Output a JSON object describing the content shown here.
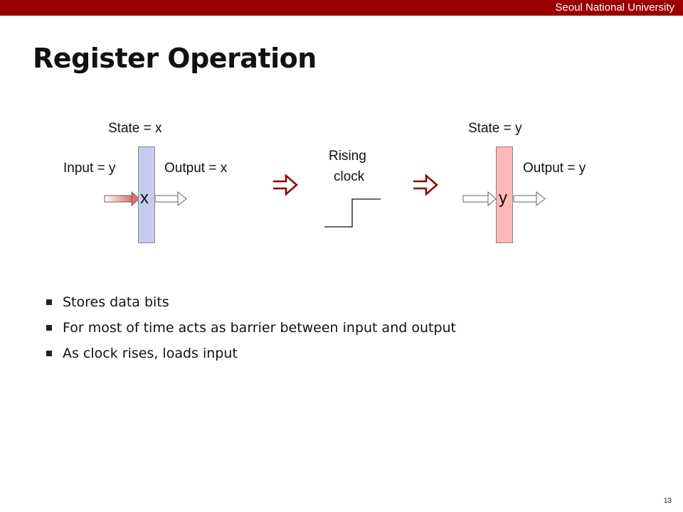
{
  "header": {
    "university": "Seoul National University",
    "bar_color": "#990000"
  },
  "slide": {
    "title": "Register Operation",
    "page_number": "13"
  },
  "diagram": {
    "before": {
      "state_label": "State = x",
      "input_label": "Input = y",
      "output_label": "Output = x",
      "register_value": "x",
      "register_color": "#c8cbef"
    },
    "clock": {
      "label_line1": "Rising",
      "label_line2": "clock"
    },
    "after": {
      "state_label": "State = y",
      "output_label": "Output = y",
      "register_value": "y",
      "register_color": "#ffb8b8"
    },
    "transition_arrow_color": "#8b0000"
  },
  "bullets": [
    "Stores data bits",
    "For most of time acts as barrier between input and output",
    "As clock rises, loads input"
  ]
}
